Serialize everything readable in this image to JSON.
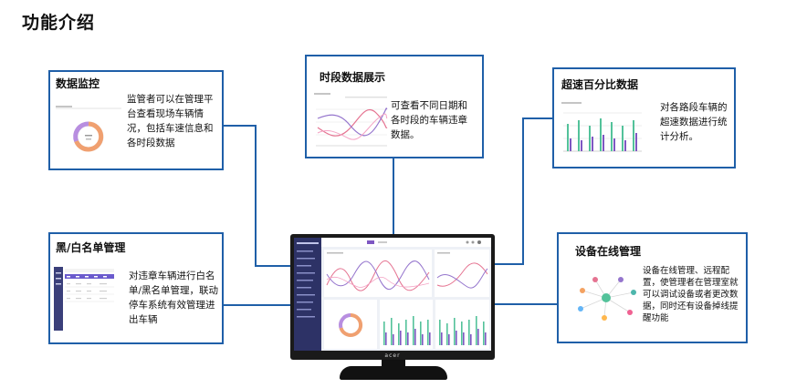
{
  "page_title": "功能介绍",
  "cards": {
    "data_monitor": {
      "title": "数据监控",
      "desc": "监管者可以在管理平台查看现场车辆情况，包括车速信息和各时段数据"
    },
    "time_period": {
      "title": "时段数据展示",
      "desc": "可查看不同日期和各时段的车辆违章数据。"
    },
    "speeding_percent": {
      "title": "超速百分比数据",
      "desc": "对各路段车辆的超速数据进行统计分析。"
    },
    "blackwhite_list": {
      "title": "黑/白名单管理",
      "desc": "对违章车辆进行白名单/黑名单管理，联动停车系统有效管理进出车辆"
    },
    "device_online": {
      "title": "设备在线管理",
      "desc": "设备在线管理、远程配置，使管理者在管理室就可以调试设备或者更改数据，同时还有设备掉线提醒功能"
    }
  },
  "monitor": {
    "brand": "acer"
  },
  "colors": {
    "border": "#1f5fa8",
    "connector": "#1f5fa8",
    "accent_purple": "#7e57c2",
    "accent_pink": "#e57391",
    "accent_green": "#53c29a"
  }
}
